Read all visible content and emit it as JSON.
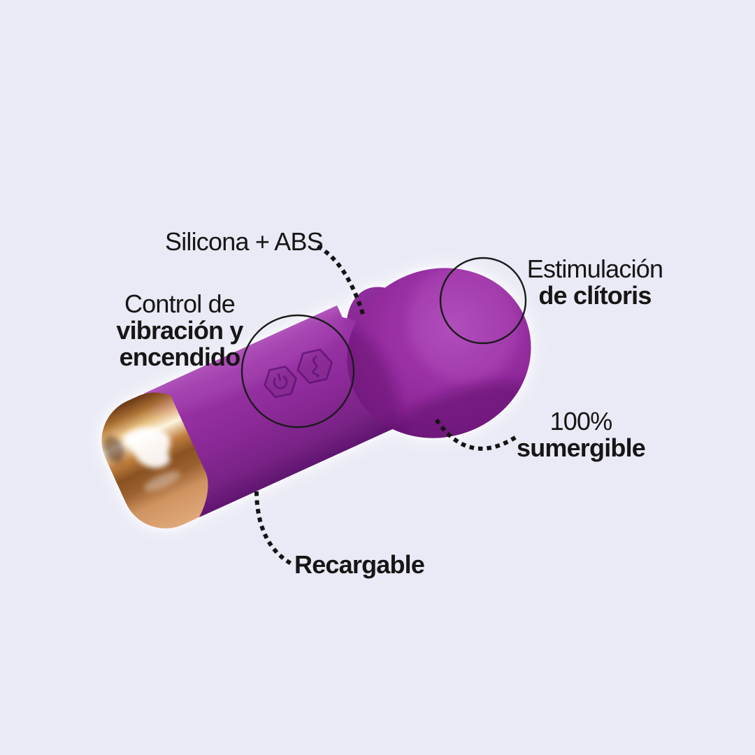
{
  "background_color": "#eaeaf6",
  "text_color": "#161616",
  "line_color": "#141414",
  "labels": {
    "silicona": {
      "line1": "Silicona + ABS"
    },
    "estimulacion": {
      "line1": "Estimulación",
      "line2": "de clítoris"
    },
    "control": {
      "line1": "Control de",
      "line2": "vibración y",
      "line3": "encendido"
    },
    "sumergible": {
      "line1": "100%",
      "line2": "sumergible"
    },
    "recargable": {
      "line1": "Recargable"
    }
  },
  "product": {
    "type": "mini wand massager",
    "body_color": "#8e2b9b",
    "body_highlight": "#b155bb",
    "body_shadow": "#5f1570",
    "head_color": "#9c32a6",
    "cap_color": "#c9884e",
    "cap_highlight": "#fdf4dd",
    "cap_matte": "#e0a878",
    "buttons": [
      "power-icon",
      "vibration-wave-icon"
    ]
  }
}
